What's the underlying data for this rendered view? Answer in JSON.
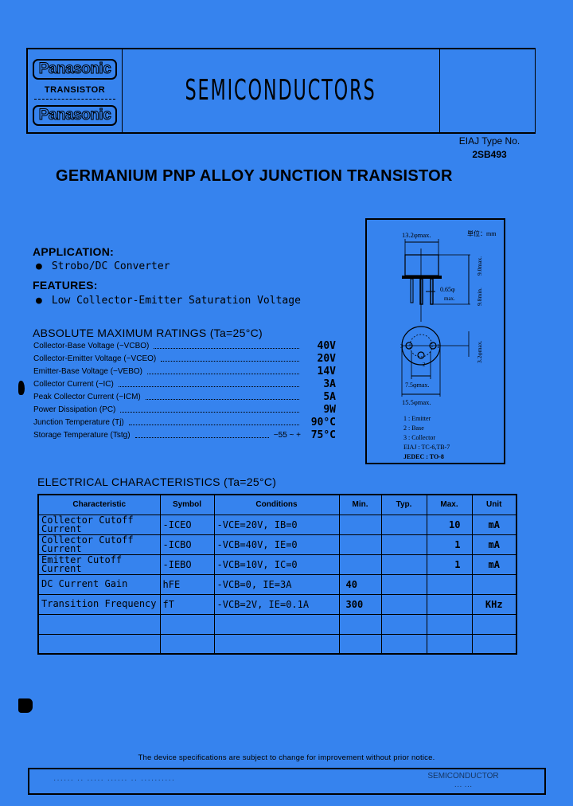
{
  "header": {
    "brand_top": "Panasonic",
    "brand_middle": "TRANSISTOR",
    "brand_bottom": "Panasonic",
    "category": "SEMICONDUCTORS",
    "eiaj_type_label": "EIAJ Type No.",
    "type_number": "2SB493"
  },
  "title": "GERMANIUM PNP ALLOY JUNCTION TRANSISTOR",
  "application": {
    "heading": "APPLICATION:",
    "items": [
      "Strobo/DC Converter"
    ]
  },
  "features": {
    "heading": "FEATURES:",
    "items": [
      "Low Collector-Emitter Saturation Voltage"
    ]
  },
  "absolute_max_ratings": {
    "heading": "ABSOLUTE MAXIMUM RATINGS (Ta=25°C)",
    "rows": [
      {
        "label": "Collector-Base Voltage (−VCBO)",
        "prefix": "",
        "value": "40V"
      },
      {
        "label": "Collector-Emitter Voltage (−VCEO)",
        "prefix": "",
        "value": "20V"
      },
      {
        "label": "Emitter-Base Voltage (−VEBO)",
        "prefix": "",
        "value": "14V"
      },
      {
        "label": "Collector Current (−IC)",
        "prefix": "",
        "value": "3A"
      },
      {
        "label": "Peak Collector Current (−ICM)",
        "prefix": "",
        "value": "5A"
      },
      {
        "label": "Power Dissipation (PC)",
        "prefix": "",
        "value": "9W"
      },
      {
        "label": "Junction Temperature (Tj)",
        "prefix": "",
        "value": "90°C"
      },
      {
        "label": "Storage Temperature (Tstg)",
        "prefix": "−55 ~ +",
        "value": "75°C"
      }
    ]
  },
  "package_diagram": {
    "unit_label": "単位：mm",
    "dim_body_diameter": "13.2φmax.",
    "dim_height": "9.0max.",
    "dim_lead_length": "9.8min.",
    "dim_lead_diameter": "0.65φ",
    "dim_lead_diameter_max": "max.",
    "dim_pin_spacing": "3.2φmax.",
    "dim_pin_circle": "7.5φmax.",
    "dim_flange": "15.5φmax.",
    "pins": [
      "1 : Emitter",
      "2 : Base",
      "3 : Collector"
    ],
    "eiaj": "EIAJ : TC-6,TB-7",
    "jedec": "JEDEC : TO-8",
    "pin_numbers": [
      "1",
      "2",
      "3"
    ]
  },
  "electrical_characteristics": {
    "heading": "ELECTRICAL CHARACTERISTICS (Ta=25°C)",
    "columns": [
      "Characteristic",
      "Symbol",
      "Conditions",
      "Min.",
      "Typ.",
      "Max.",
      "Unit"
    ],
    "rows": [
      {
        "characteristic": "Collector Cutoff Current",
        "symbol": "-ICEO",
        "conditions": "-VCE=20V, IB=0",
        "min": "",
        "typ": "",
        "max": "10",
        "unit": "mA"
      },
      {
        "characteristic": "Collector Cutoff Current",
        "symbol": "-ICBO",
        "conditions": "-VCB=40V, IE=0",
        "min": "",
        "typ": "",
        "max": "1",
        "unit": "mA"
      },
      {
        "characteristic": "Emitter Cutoff Current",
        "symbol": "-IEBO",
        "conditions": "-VCB=10V, IC=0",
        "min": "",
        "typ": "",
        "max": "1",
        "unit": "mA"
      },
      {
        "characteristic": "DC Current Gain",
        "symbol": "hFE",
        "conditions": "-VCB=0, IE=3A",
        "min": "40",
        "typ": "",
        "max": "",
        "unit": ""
      },
      {
        "characteristic": "Transition Frequency",
        "symbol": "fT",
        "conditions": "-VCB=2V, IE=0.1A",
        "min": "300",
        "typ": "",
        "max": "",
        "unit": "KHz"
      },
      {
        "characteristic": "",
        "symbol": "",
        "conditions": "",
        "min": "",
        "typ": "",
        "max": "",
        "unit": ""
      },
      {
        "characteristic": "",
        "symbol": "",
        "conditions": "",
        "min": "",
        "typ": "",
        "max": "",
        "unit": ""
      }
    ]
  },
  "footer": {
    "notice": "The device specifications are subject to change for improvement without prior notice.",
    "bar_left": "······ ·· ····· ······ ·· ··········",
    "bar_right_1": "SEMICONDUCTOR",
    "bar_right_2": "··· ···"
  },
  "colors": {
    "background": "#3683ee",
    "ink": "#000000"
  }
}
